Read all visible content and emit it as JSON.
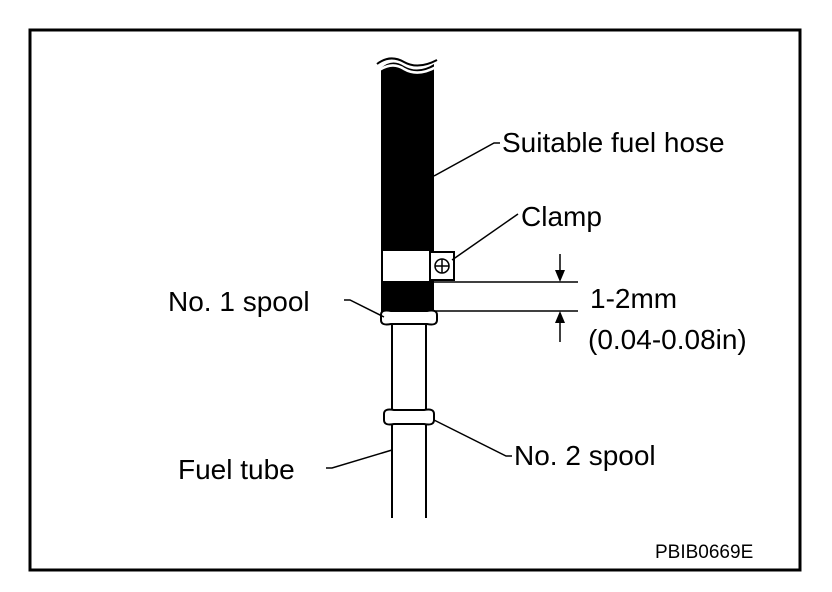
{
  "labels": {
    "hose": "Suitable fuel hose",
    "clamp": "Clamp",
    "spool1": "No. 1 spool",
    "spool2": "No. 2 spool",
    "tube": "Fuel tube",
    "dim_mm": "1-2mm",
    "dim_in": "(0.04-0.08in)"
  },
  "figure_code": "PBIB0669E",
  "colors": {
    "ink": "#000000",
    "paper": "#ffffff"
  }
}
